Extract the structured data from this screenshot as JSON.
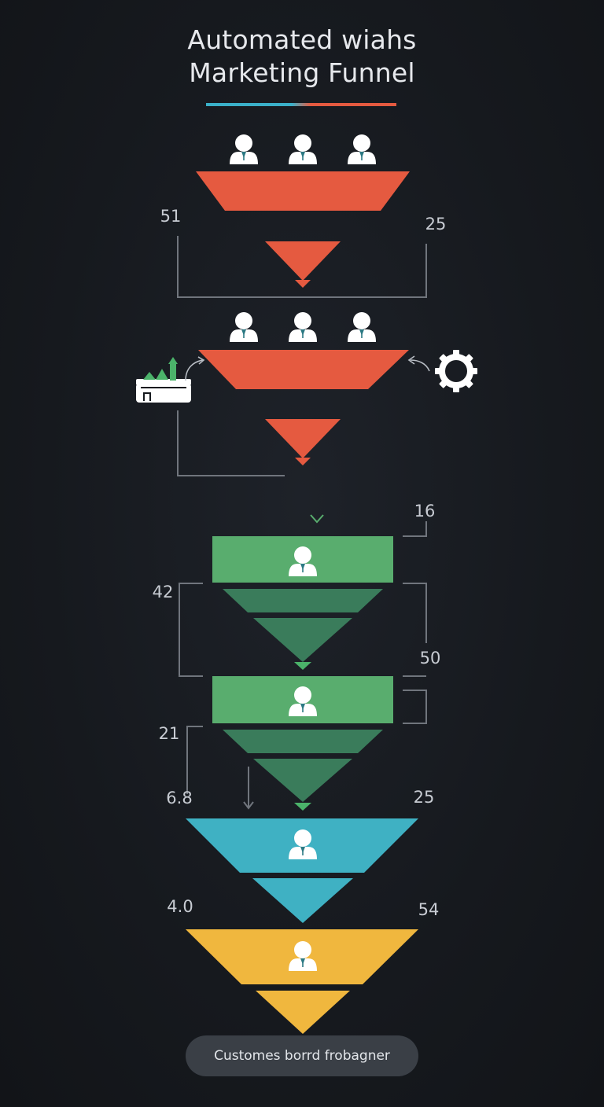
{
  "title": {
    "line1": "Automated wiahs",
    "line2": "Marketing Funnel"
  },
  "colors": {
    "background": "#16191e",
    "stage_red": "#e55a40",
    "stage_green": "#59ad6e",
    "stage_green_dark": "#3a7c5b",
    "stage_teal": "#3fb1c3",
    "stage_yellow": "#f0b73e",
    "title_underline_left": "#3ab0c9",
    "title_underline_right": "#e55a40",
    "connector": "#70757d"
  },
  "stages": [
    {
      "id": "stage-1",
      "color": "red",
      "icon": "person-group-icon",
      "people": 3
    },
    {
      "id": "stage-2",
      "color": "red",
      "icon": "person-group-icon",
      "people": 3
    },
    {
      "id": "stage-3",
      "color": "green",
      "icon": "person-icon",
      "people": 1
    },
    {
      "id": "stage-4",
      "color": "green",
      "icon": "person-icon",
      "people": 1
    },
    {
      "id": "stage-5",
      "color": "teal",
      "icon": "person-icon",
      "people": 1
    },
    {
      "id": "stage-6",
      "color": "yellow",
      "icon": "person-icon",
      "people": 1
    }
  ],
  "side_icons": {
    "left": "bar-chart-tray-icon",
    "right": "gear-icon"
  },
  "metrics": {
    "m1": "51",
    "m2": "25",
    "m3": "16",
    "m4": "42",
    "m5": "50",
    "m6": "21",
    "m7": "6.8",
    "m8": "25",
    "m9": "4.0",
    "m10": "54"
  },
  "footer": {
    "label": "Customes borrd frobagner"
  }
}
